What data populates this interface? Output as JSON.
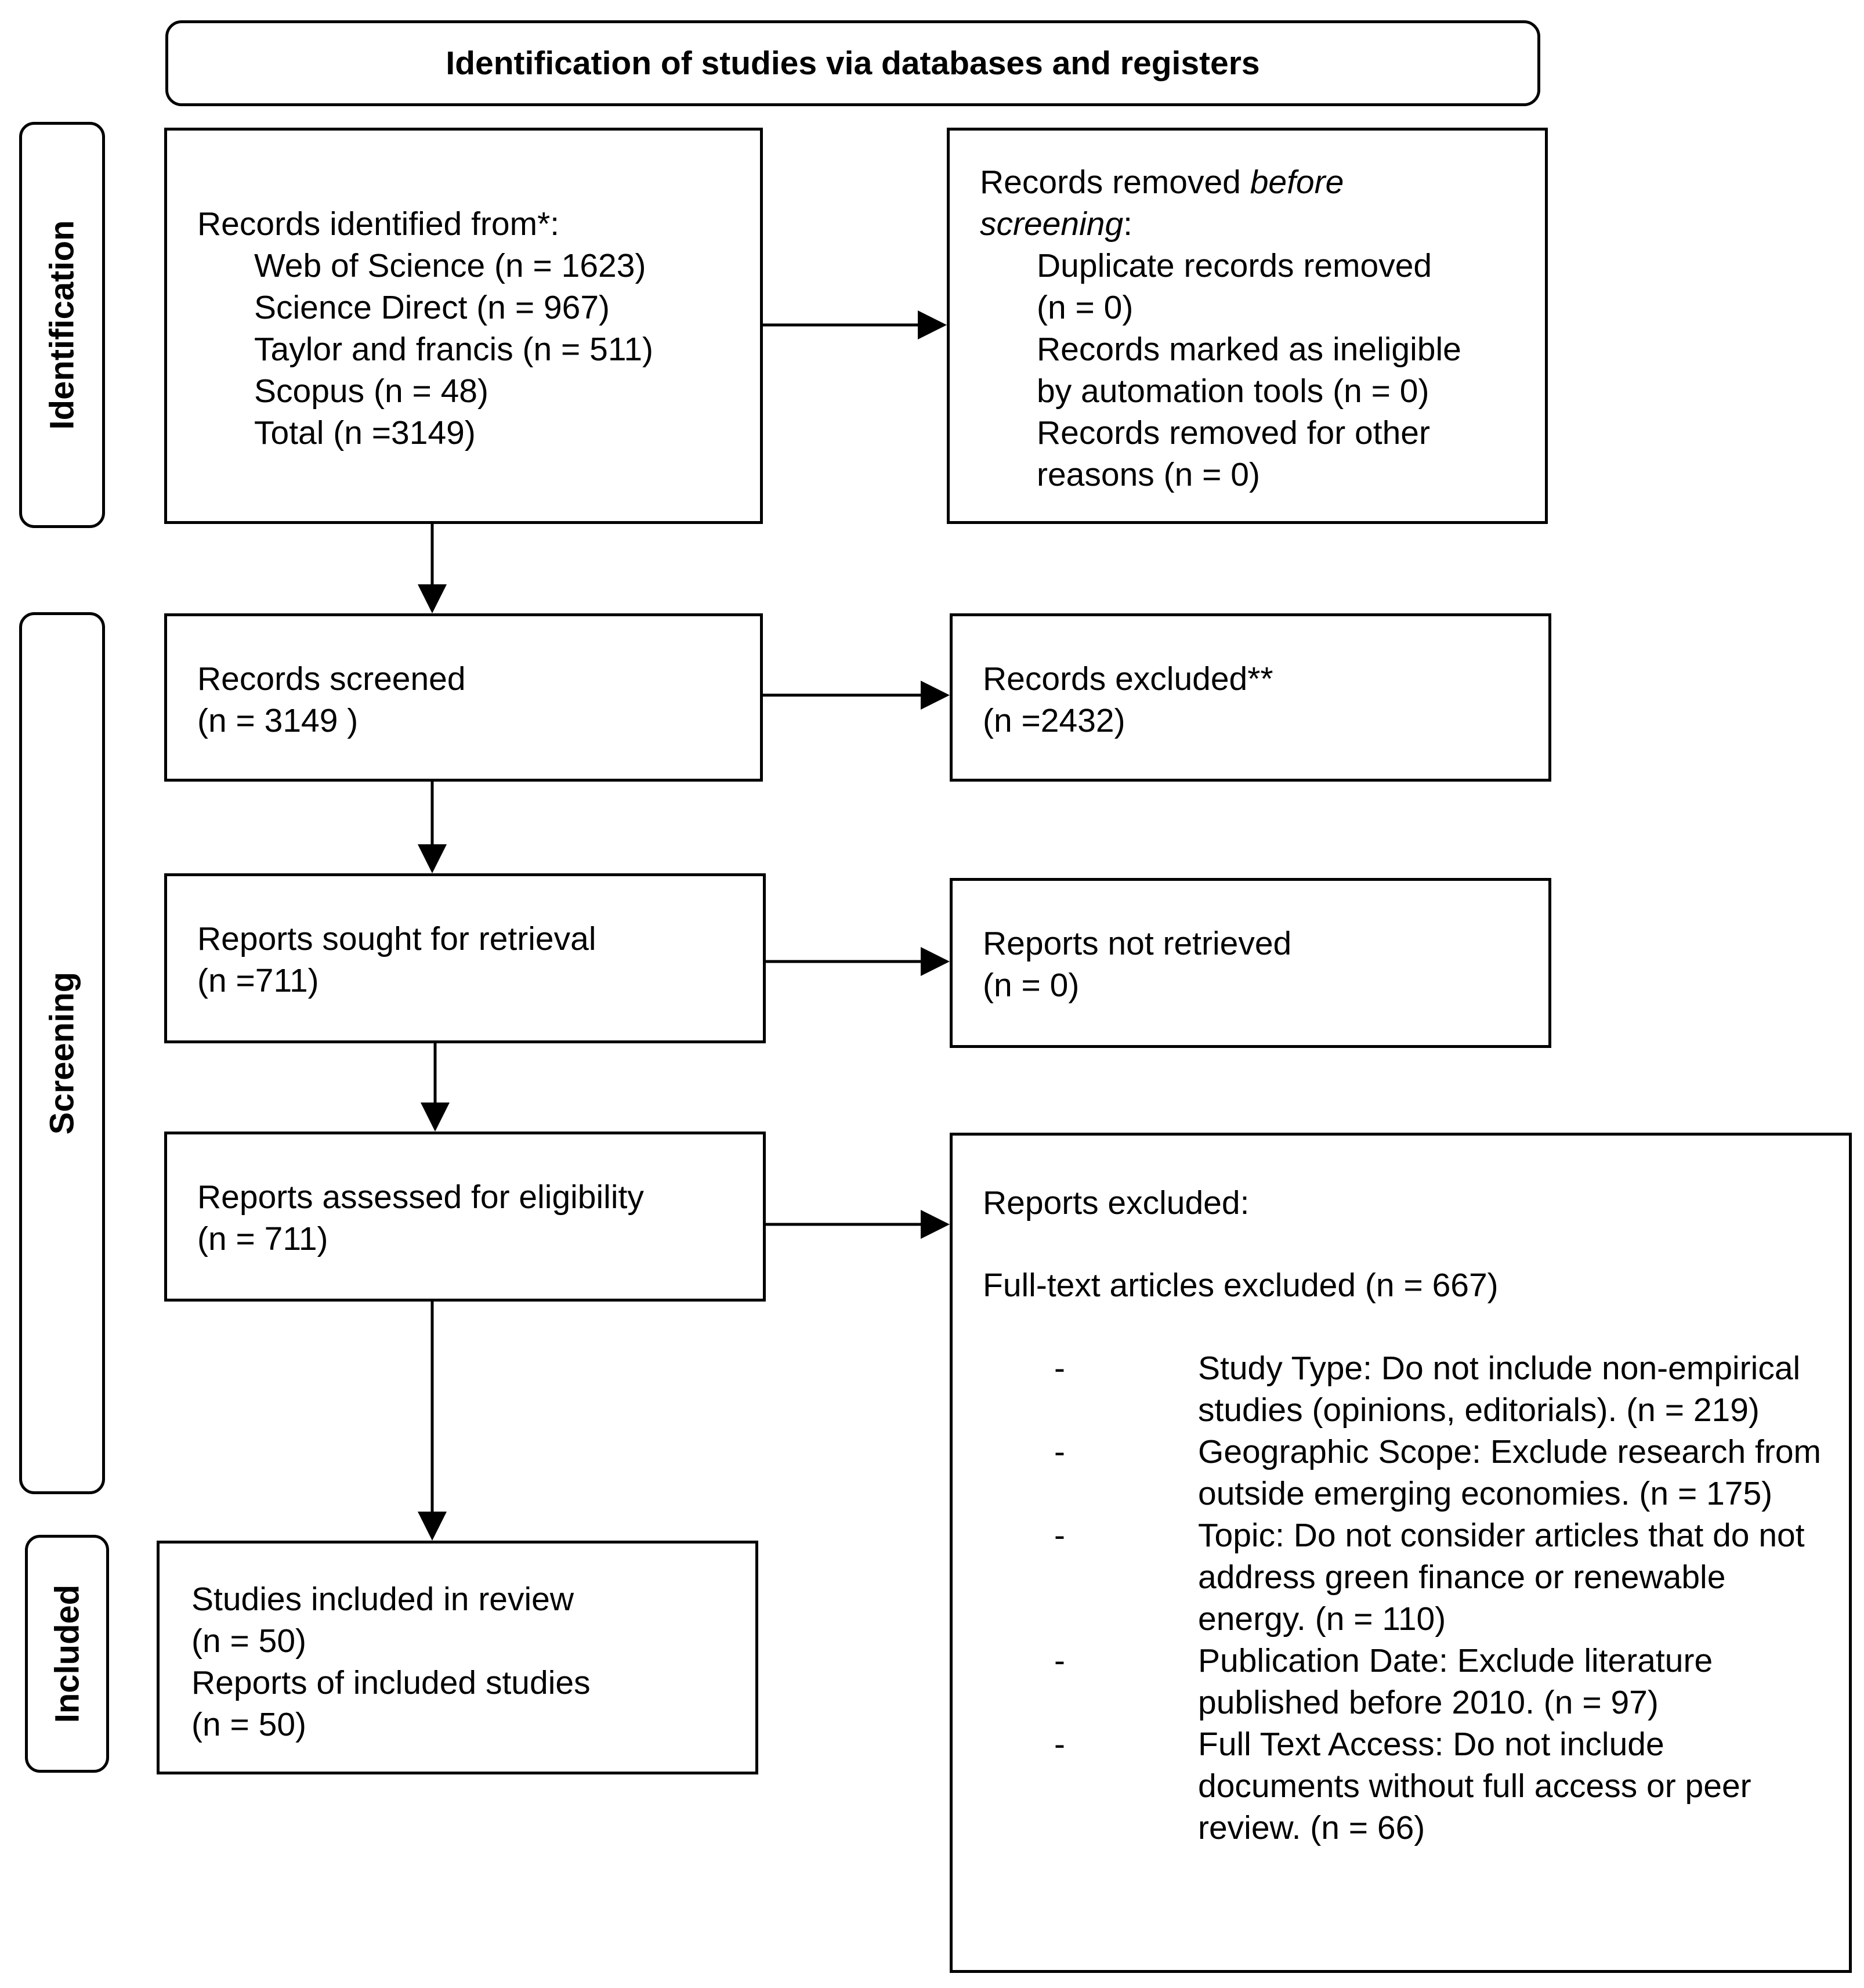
{
  "header": {
    "title": "Identification of studies via databases and registers"
  },
  "phases": {
    "identification": "Identification",
    "screening": "Screening",
    "included": "Included"
  },
  "identified": {
    "title": "Records identified from*:",
    "sources": [
      "Web of Science (n = 1623)",
      "Science Direct (n = 967)",
      "Taylor and francis (n = 511)",
      "Scopus (n = 48)",
      "Total (n =3149)"
    ]
  },
  "removed_before": {
    "title_part1": "Records removed ",
    "title_italic1": "before",
    "title_italic2": "screening",
    "title_colon": ":",
    "lines": [
      "Duplicate records removed",
      "(n = 0)",
      "Records marked as ineligible",
      "by automation tools (n = 0)",
      "Records removed for other",
      "reasons (n = 0)"
    ]
  },
  "screened": {
    "label": "Records screened",
    "count": "(n = 3149 )"
  },
  "excluded": {
    "label": "Records excluded**",
    "count": "(n =2432)"
  },
  "sought": {
    "label": "Reports sought for retrieval",
    "count": "(n =711)"
  },
  "not_retrieved": {
    "label": "Reports not retrieved",
    "count": "(n = 0)"
  },
  "assessed": {
    "label": "Reports assessed for eligibility",
    "count": "(n = 711)"
  },
  "reports_excluded": {
    "title": "Reports excluded:",
    "subtitle": "Full-text articles excluded (n = 667)",
    "bullet_marker": "-",
    "reasons": [
      [
        "Study Type: Do not include non-empirical",
        "studies (opinions, editorials). (n = 219)"
      ],
      [
        "Geographic Scope: Exclude research from",
        "outside emerging economies. (n = 175)"
      ],
      [
        "Topic: Do not consider articles that do not",
        "address green finance or renewable",
        "energy. (n = 110)"
      ],
      [
        "Publication Date: Exclude literature",
        "published before 2010. (n = 97)"
      ],
      [
        "Full Text Access: Do not include",
        "documents without full access or peer",
        "review. (n = 66)"
      ]
    ]
  },
  "included_box": {
    "lines": [
      "Studies included in review",
      "(n = 50)",
      "Reports of included studies",
      "(n = 50)"
    ]
  }
}
